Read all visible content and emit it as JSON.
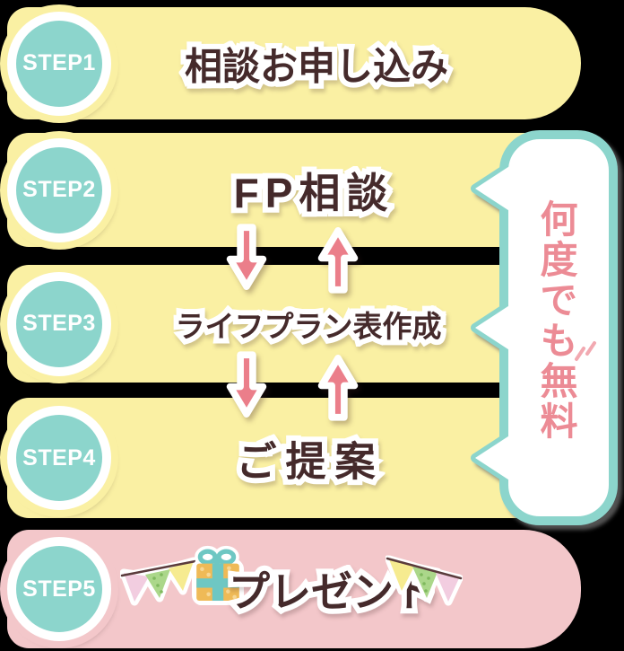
{
  "colors": {
    "background": "#000000",
    "row_yellow": "#FAF0A3",
    "row_pink": "#F3C7CA",
    "badge_teal": "#8CD5CC",
    "title_brown": "#452A2B",
    "arrow_pink": "#EB7E8A",
    "bubble_border_teal": "#8CD5CC",
    "bubble_text_pink": "#EC8B95",
    "gift_orange": "#EFBA57",
    "ribbon_teal": "#6EC7C3",
    "flag_pink": "#F2CDE0",
    "flag_green": "#ABD78A",
    "flag_yellow": "#F6EB90"
  },
  "steps": [
    {
      "badge": "STEP1",
      "title": "相談お申し込み"
    },
    {
      "badge": "STEP2",
      "title": "FP相談"
    },
    {
      "badge": "STEP3",
      "title": "ライフプラン表作成"
    },
    {
      "badge": "STEP4",
      "title": "ご提案"
    },
    {
      "badge": "STEP5",
      "title": "プレゼント"
    }
  ],
  "bubble": {
    "text": "何度でも無料"
  },
  "icons": {
    "arrows": "down-and-up pink arrows between FP相談 / ライフプラン表作成 / ご提案",
    "gift": "gift-box",
    "bunting": "party-flags"
  }
}
